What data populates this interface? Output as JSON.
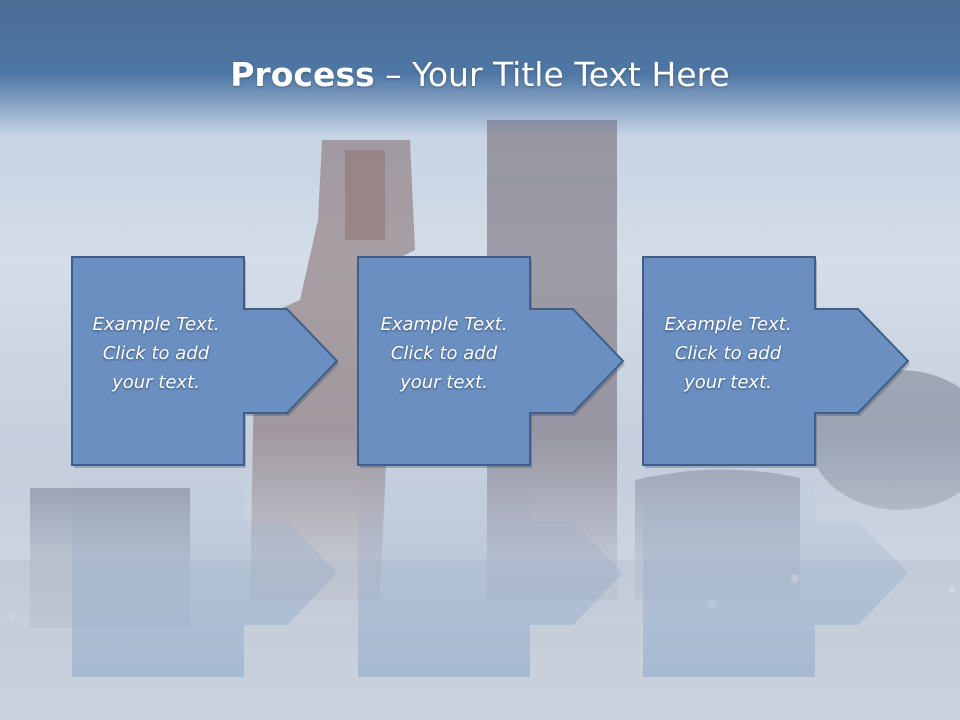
{
  "slide": {
    "title_bold": "Process",
    "title_rest": " – Your Title Text Here",
    "steps": [
      {
        "lines": [
          "Example Text.",
          "Click  to add",
          "your text."
        ]
      },
      {
        "lines": [
          "Example Text.",
          "Click  to add",
          "your text."
        ]
      },
      {
        "lines": [
          "Example Text.",
          "Click  to add",
          "your text."
        ]
      }
    ]
  },
  "colors": {
    "header": "#4f77a5",
    "box_fill": "#6a8fc0",
    "box_stroke": "#3f5f8a",
    "text": "#ffffff"
  }
}
